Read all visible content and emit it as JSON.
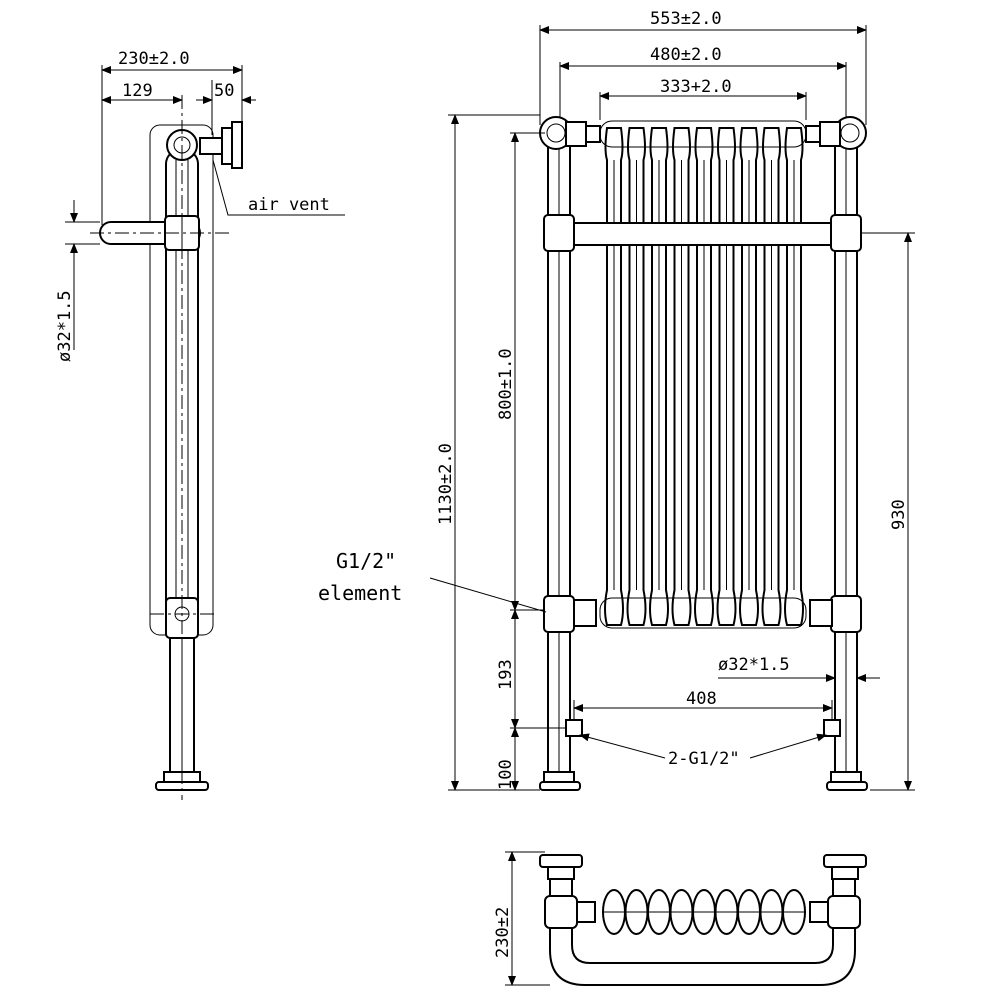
{
  "side_view": {
    "dim_total_depth": "230±2.0",
    "dim_129": "129",
    "dim_50": "50",
    "dim_pipe_diameter": "ø32*1.5",
    "label_air_vent": "air vent"
  },
  "front_view": {
    "dim_overall_width": "553±2.0",
    "dim_rail_width": "480±2.0",
    "dim_column_width": "333+2.0",
    "dim_total_height": "1130±2.0",
    "dim_column_height": "800±1.0",
    "dim_rail_height": "930",
    "dim_193": "193",
    "dim_100": "100",
    "dim_408": "408",
    "dim_pipe_diameter": "ø32*1.5",
    "label_element_line1": "G1/2\"",
    "label_element_line2": "element",
    "label_connections": "2-G1/2\""
  },
  "top_view": {
    "dim_depth": "230±2"
  }
}
